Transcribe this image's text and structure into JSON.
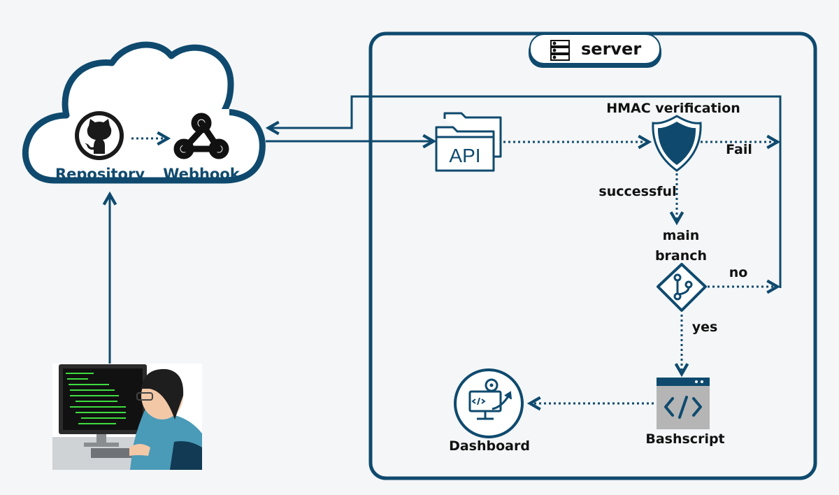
{
  "colors": {
    "primary": "#0f4a6e",
    "background": "#f4f6f7",
    "text": "#111111"
  },
  "cloud": {
    "repository_label": "Repository",
    "webhook_label": "Webhook",
    "repository_icon": "github-icon",
    "webhook_icon": "webhook-icon"
  },
  "server": {
    "title": "server",
    "title_icon": "server-rack-icon",
    "api_label": "API",
    "hmac_label": "HMAC verification",
    "fail_label": "Fail",
    "successful_label": "successful",
    "main_branch_label_line1": "main",
    "main_branch_label_line2": "branch",
    "no_label": "no",
    "yes_label": "yes",
    "bashscript_label": "Bashscript",
    "dashboard_label": "Dashboard"
  },
  "developer": {
    "icon": "developer-at-computer-icon"
  }
}
